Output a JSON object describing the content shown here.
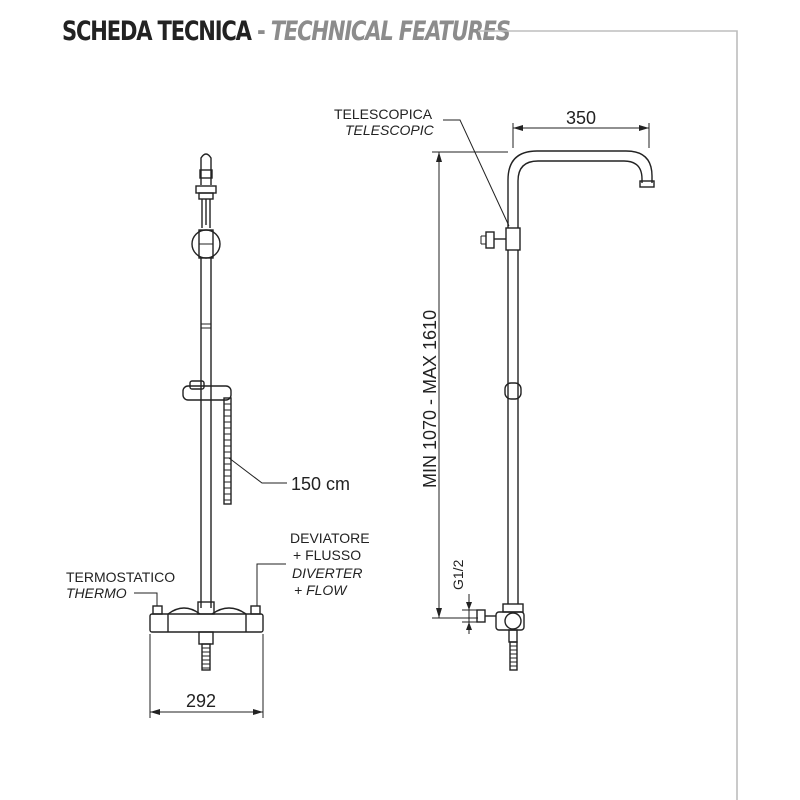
{
  "header": {
    "title_it": "SCHEDA TECNICA",
    "separator": "-",
    "title_en": "TECHNICAL FEATURES"
  },
  "labels": {
    "thermo_it": "TERMOSTATICO",
    "thermo_en": "THERMO",
    "diverter_it_1": "DEVIATORE",
    "diverter_it_2": "+ FLUSSO",
    "diverter_en_1": "DIVERTER",
    "diverter_en_2": "+ FLOW",
    "telescopic_it": "TELESCOPICA",
    "telescopic_en": "TELESCOPIC"
  },
  "dimensions": {
    "hose_length": "150 cm",
    "width": "292",
    "arm_length": "350",
    "height_range": "MIN 1070  -  MAX 1610",
    "connection": "G1/2"
  },
  "colors": {
    "line": "#222222",
    "frame": "#bdbdbd",
    "header_accent": "#8c8c8c"
  }
}
